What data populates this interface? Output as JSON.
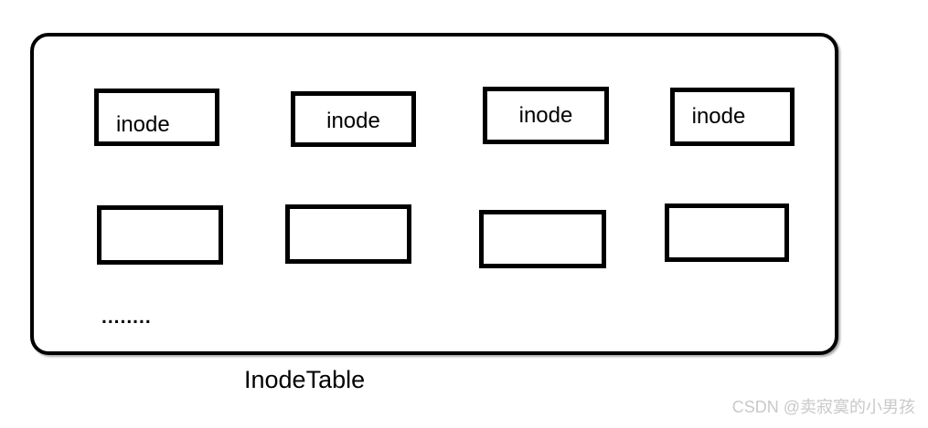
{
  "diagram": {
    "label": "InodeTable",
    "row1_cells": [
      "inode",
      "inode",
      "inode",
      "inode"
    ],
    "row2_cells": [
      "",
      "",
      "",
      ""
    ],
    "ellipsis": "........"
  },
  "watermark": {
    "text": "CSDN @卖寂寞的小男孩"
  },
  "colors": {
    "border": "#000000",
    "background": "#ffffff",
    "text": "#000000",
    "watermark": "#c9c9c9"
  }
}
